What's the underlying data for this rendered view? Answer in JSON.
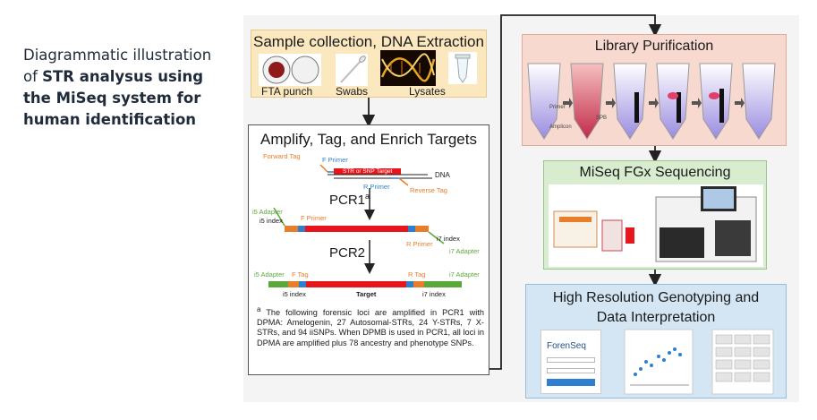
{
  "caption": {
    "line_plain": "Diagrammatic illustration of ",
    "line_bold": "STR analysus using the MiSeq system for human identification"
  },
  "sample": {
    "title": "Sample collection, DNA Extraction",
    "items": [
      "FTA punch",
      "Swabs",
      "Lysates"
    ]
  },
  "amplify": {
    "title": "Amplify, Tag, and Enrich Targets",
    "forward_tag": "Forward Tag",
    "f_primer": "F Primer",
    "target": "STR or SNP Target",
    "dna": "DNA",
    "r_primer": "R Primer",
    "reverse_tag": "Reverse Tag",
    "pcr1": "PCR1",
    "pcr1_sup": "a",
    "i5_adapter": "i5 Adapter",
    "i5_index": "i5 index",
    "f_primer2": "F Primer",
    "pcr2": "PCR2",
    "r_primer2": "R Primer",
    "i7_index": "i7 index",
    "i7_adapter": "i7 Adapter",
    "i5_adapter2": "i5 Adapter",
    "f_tag": "F Tag",
    "r_tag": "R Tag",
    "i7_adapter2": "i7 Adapter",
    "i5_index2": "i5 index",
    "target2": "Target",
    "i7_index2": "i7 index",
    "footnote_mark": "a",
    "footnote": "The following forensic loci are amplified in PCR1 with DPMA: Amelogenin, 27 Autosomal-STRs, 24 Y-STRs, 7 X-STRs, and 94 iiSNPs. When DPMB is used in PCR1, all loci in DPMA are amplified plus 78 ancestry and phenotype SNPs."
  },
  "library": {
    "title": "Library Purification",
    "primer": "Primer",
    "amplicon": "Amplicon",
    "spb": "SPB"
  },
  "miseq": {
    "title": "MiSeq FGx Sequencing"
  },
  "geno": {
    "title_line1": "High Resolution Genotyping and",
    "title_line2": "Data Interpretation",
    "forenseq": "ForenSeq"
  },
  "colors": {
    "sample_bg": "#fbe8bf",
    "library_bg": "#f8d9cf",
    "miseq_bg": "#d8ecd0",
    "geno_bg": "#d4e6f4",
    "tag_orange": "#e87d2a",
    "target_red": "#e8151b",
    "index_blue": "#2f7fd0",
    "adapter_green": "#5aa83a"
  }
}
